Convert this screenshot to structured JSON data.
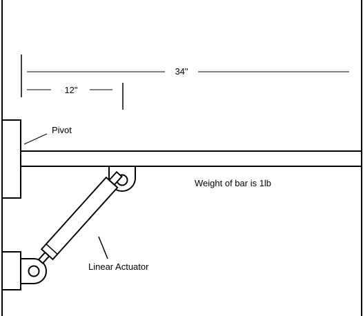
{
  "diagram": {
    "dimensions": {
      "overall_label": "34\"",
      "pivot_offset_label": "12\""
    },
    "labels": {
      "pivot": "Pivot",
      "actuator": "Linear Actuator",
      "note": "Weight of bar is 1lb"
    }
  }
}
